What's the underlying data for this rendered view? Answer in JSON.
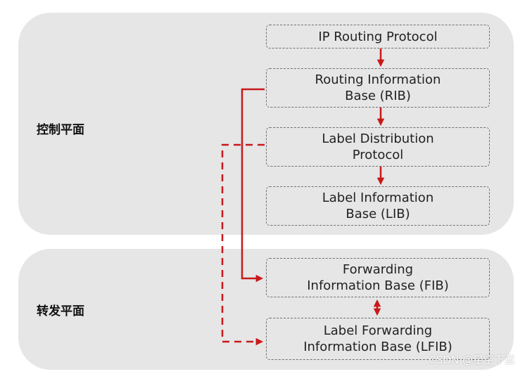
{
  "planes": {
    "control": {
      "label": "控制平面"
    },
    "forwarding": {
      "label": "转发平面"
    }
  },
  "boxes": {
    "ip_routing": "IP Routing Protocol",
    "rib": "Routing Information\nBase (RIB)",
    "ldp": "Label Distribution\nProtocol",
    "lib": "Label Information\nBase (LIB)",
    "fib": "Forwarding\nInformation Base (FIB)",
    "lfib": "Label Forwarding\nInformation Base (LFIB)"
  },
  "watermark": "CSDN @星空下蓝",
  "colors": {
    "arrow": "#c8191b",
    "plane_bg": "#e6e6e6",
    "box_border": "#6f6f6f"
  }
}
